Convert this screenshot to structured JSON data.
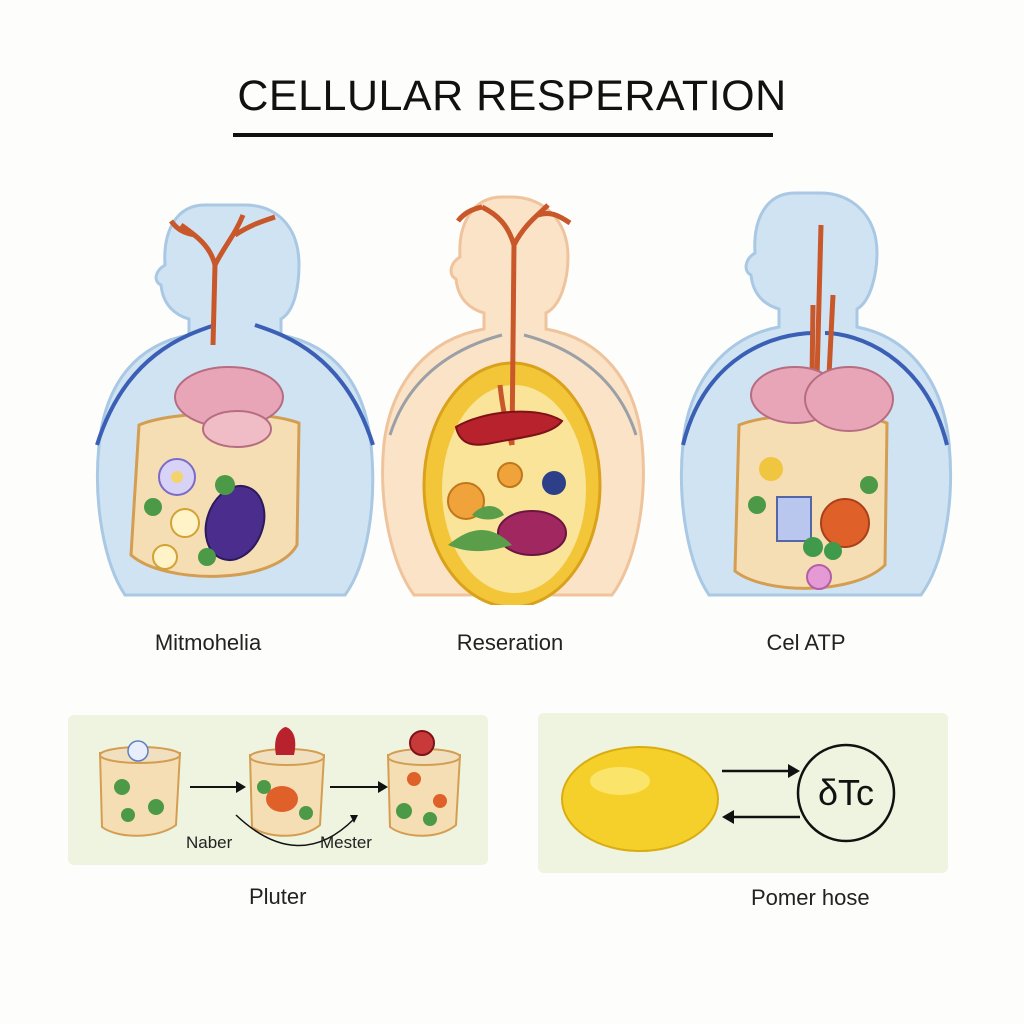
{
  "title": "CELLULAR RESPERATION",
  "figures": [
    {
      "caption": "Mitmohelia"
    },
    {
      "caption": "Reseration"
    },
    {
      "caption": "Cel  ATP"
    }
  ],
  "flow_panel": {
    "label_left": "Naber",
    "label_right": "Mester",
    "caption": "Pluter"
  },
  "atp_panel": {
    "cycle_symbol": "δTc",
    "caption": "Pomer hose"
  },
  "colors": {
    "body_blue": "#cfe3f3",
    "body_peach": "#fbe3c8",
    "cell_fill": "#f6deb4",
    "panel_bg": "#eef4df",
    "lemon": "#f5d02a"
  }
}
